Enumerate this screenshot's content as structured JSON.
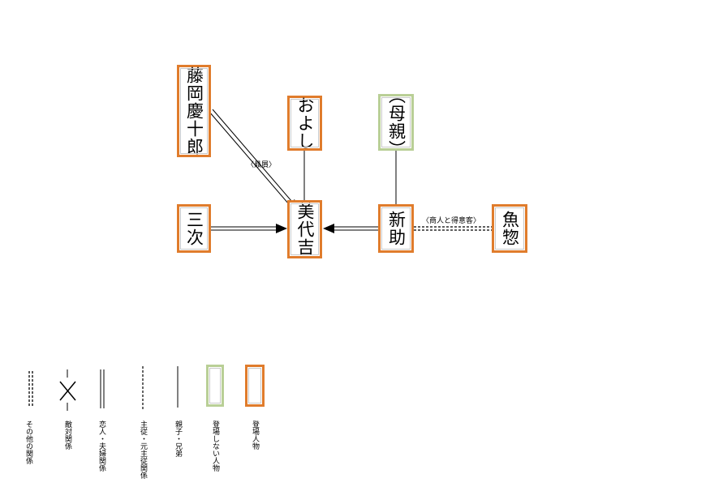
{
  "characters": {
    "fujioka": "藤岡慶十郎",
    "oyoshi": "およし",
    "mother": "（母親）",
    "sanji": "三次",
    "miyokichi": "美代吉",
    "shinsuke": "新助",
    "uoso": "魚惣"
  },
  "edges": {
    "patron": "〈贔屓〉",
    "merchant": "〈商人と得意客〉"
  },
  "legend": {
    "other": "その他の関係",
    "hostile": "敵対関係",
    "lovers": "恋人・夫婦関係",
    "master": "主従・元主従関係",
    "family": "親子・兄弟",
    "not_appearing": "登場しない人物",
    "appearing": "登場人物"
  },
  "colors": {
    "appearing_border": "#e07c2c",
    "absent_border": "#b9cf96"
  }
}
